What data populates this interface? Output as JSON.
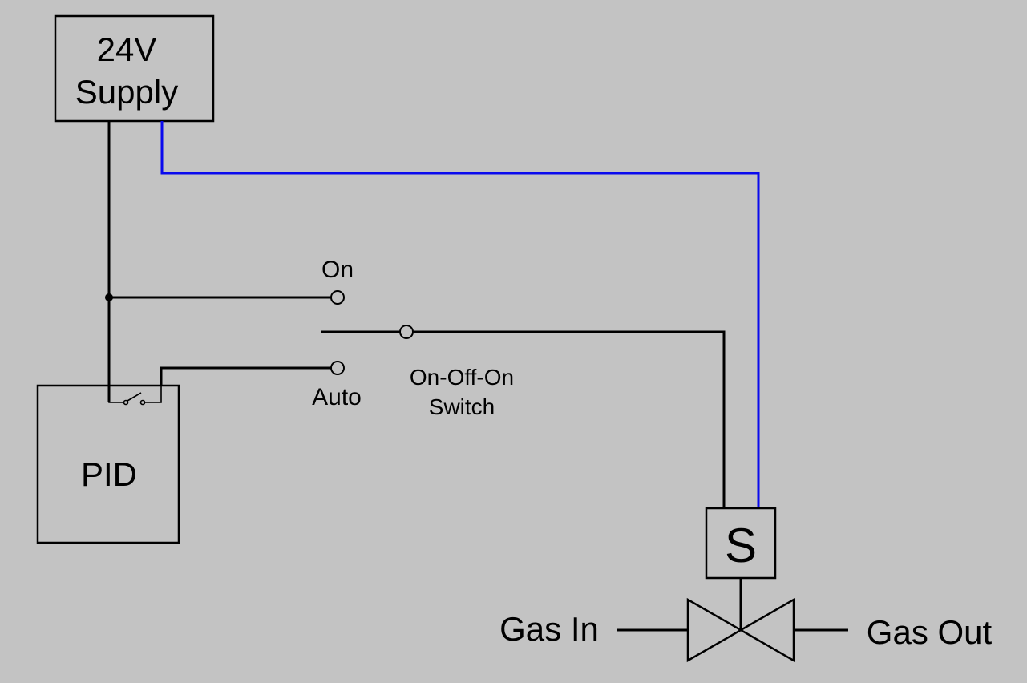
{
  "supply": {
    "line1": "24V",
    "line2": "Supply"
  },
  "controller": {
    "label": "PID"
  },
  "switch": {
    "pos_on": "On",
    "pos_auto": "Auto",
    "name_line1": "On-Off-On",
    "name_line2": "Switch"
  },
  "solenoid": {
    "label": "S"
  },
  "valve": {
    "inlet": "Gas In",
    "outlet": "Gas Out"
  },
  "colors": {
    "background": "#c3c3c3",
    "wire": "#000000",
    "supply_return_wire": "#0a0aee"
  }
}
